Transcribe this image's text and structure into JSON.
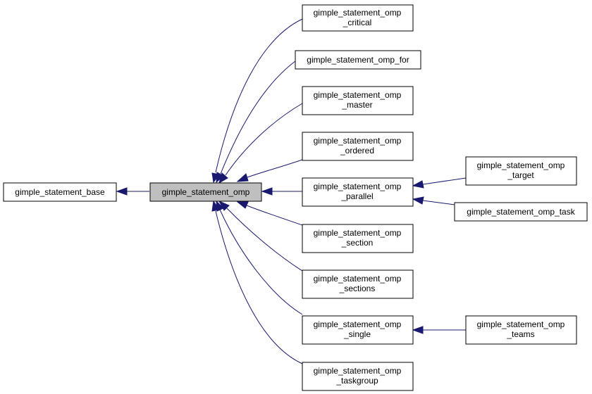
{
  "diagram": {
    "colors": {
      "edge": "#191970",
      "focus_fill": "#bfbfbf",
      "node_border": "#000000"
    },
    "nodes": {
      "base": "gimple_statement_base",
      "omp": "gimple_statement_omp",
      "critical": [
        "gimple_statement_omp",
        "_critical"
      ],
      "for": "gimple_statement_omp_for",
      "master": [
        "gimple_statement_omp",
        "_master"
      ],
      "ordered": [
        "gimple_statement_omp",
        "_ordered"
      ],
      "parallel": [
        "gimple_statement_omp",
        "_parallel"
      ],
      "section": [
        "gimple_statement_omp",
        "_section"
      ],
      "sections": [
        "gimple_statement_omp",
        "_sections"
      ],
      "single": [
        "gimple_statement_omp",
        "_single"
      ],
      "taskgroup": [
        "gimple_statement_omp",
        "_taskgroup"
      ],
      "target": [
        "gimple_statement_omp",
        "_target"
      ],
      "task": "gimple_statement_omp_task",
      "teams": [
        "gimple_statement_omp",
        "_teams"
      ]
    }
  }
}
